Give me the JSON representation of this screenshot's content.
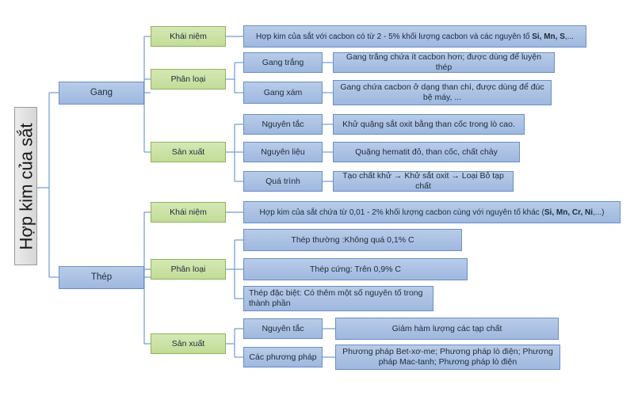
{
  "root": "Hợp kim của sắt",
  "gang": {
    "label": "Gang",
    "khai_niem": {
      "label": "Khái niệm",
      "desc_prefix": "Hợp kim của sắt với cacbon có từ 2 - 5% khối lượng cacbon và các nguyên tố ",
      "desc_bold": "Si, Mn, S",
      "desc_suffix": ",..."
    },
    "phan_loai": {
      "label": "Phân loại",
      "items": [
        {
          "label": "Gang trắng",
          "desc": "Gang trắng chứa ít cacbon hơn; được dùng để luyện thép"
        },
        {
          "label": "Gang xám",
          "desc": "Gang chứa cacbon ở dạng than chì, được dùng để đúc bệ máy, ..."
        }
      ]
    },
    "san_xuat": {
      "label": "Sản xuất",
      "items": [
        {
          "label": "Nguyên tắc",
          "desc": "Khử quặng sắt oxit bằng than cốc trong lò cao."
        },
        {
          "label": "Nguyên liệu",
          "desc": "Quặng hematit đỏ, than cốc, chất chảy"
        },
        {
          "label": "Quá trình",
          "desc": "Tạo chất khử → Khử sắt oxit → Loại Bỏ tạp chất"
        }
      ]
    }
  },
  "thep": {
    "label": "Thép",
    "khai_niem": {
      "label": "Khái niệm",
      "desc_prefix": "Hợp kim của sắt chứa từ 0,01 - 2% khối lượng cacbon cùng với nguyên tố khác (",
      "desc_bold": "Si, Mn, Cr, Ni",
      "desc_suffix": ",...)"
    },
    "phan_loai": {
      "label": "Phân loại",
      "items": [
        "Thép thường :Không quá 0,1% C",
        "Thép cứng: Trên 0,9% C",
        "Thép đặc biệt: Có thêm một số nguyên tố trong thành phần"
      ]
    },
    "san_xuat": {
      "label": "Sản xuất",
      "items": [
        {
          "label": "Nguyên tắc",
          "desc": "Giảm hàm lượng các tạp chất"
        },
        {
          "label": "Các phương pháp",
          "desc": "Phương pháp Bet-xơ-me; Phương pháp lò điện; Phương pháp Mac-tanh; Phương pháp lò điện"
        }
      ]
    }
  }
}
